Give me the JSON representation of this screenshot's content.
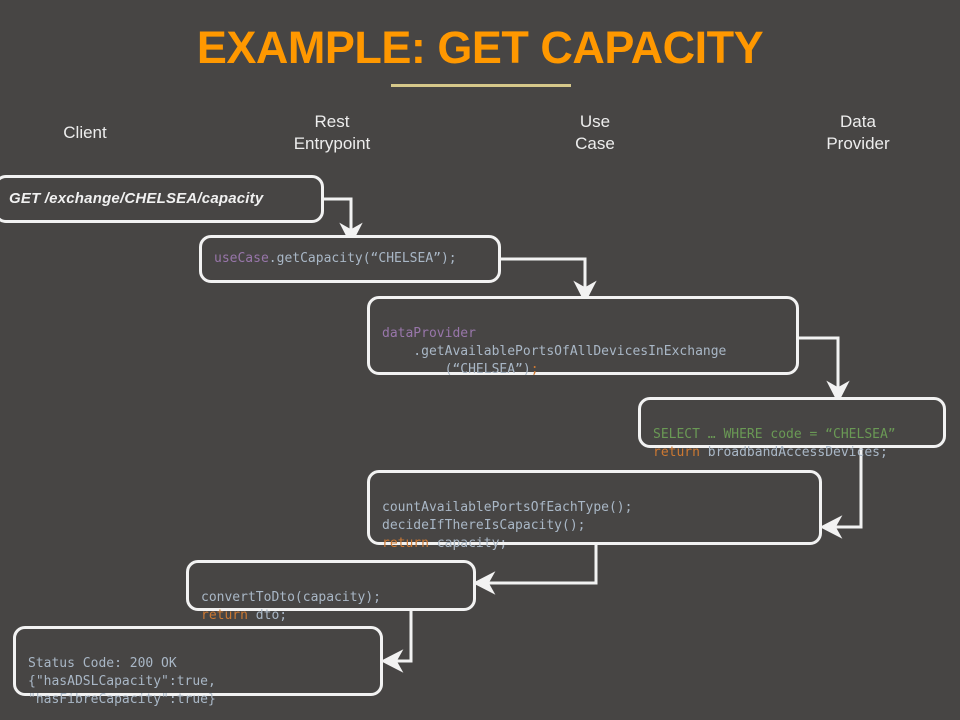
{
  "slide": {
    "title": "EXAMPLE: GET CAPACITY",
    "background_color": "#474544",
    "accent_color": "#FF9800",
    "rule_color": "#D6C88A"
  },
  "columns": [
    {
      "id": "client",
      "label": "Client"
    },
    {
      "id": "rest-entrypoint",
      "label": "Rest\nEntrypoint"
    },
    {
      "id": "use-case",
      "label": "Use\nCase"
    },
    {
      "id": "data-provider",
      "label": "Data\nProvider"
    }
  ],
  "boxes": {
    "request": {
      "text": "GET /exchange/CHELSEA/capacity"
    },
    "usecase_call": {
      "line1_id": "useCase",
      "line1_rest": ".getCapacity(“CHELSEA”);"
    },
    "dataprovider_call": {
      "line1_id": "dataProvider",
      "line2": "    .getAvailablePortsOfAllDevicesInExchange",
      "line3_args": "        (“CHELSEA”)",
      "line3_semi": ";"
    },
    "sql_query": {
      "line1_comment": "SELECT … WHERE code = “CHELSEA”",
      "line2_kw": "return",
      "line2_rest": " broadbandAccessDevices;"
    },
    "capacity_logic": {
      "line1": "countAvailablePortsOfEachType();",
      "line2": "decideIfThereIsCapacity();",
      "line3_kw": "return",
      "line3_rest": " capacity;"
    },
    "convert_dto": {
      "line1": "convertToDto(capacity);",
      "line2_kw": "return",
      "line2_rest": " dto;"
    },
    "response": {
      "line1": "Status Code: 200 OK",
      "line2": "{\"hasADSLCapacity\":true,",
      "line3": "\"hasFibreCapacity\":true}"
    }
  },
  "syntax_colors": {
    "keyword": "#CC7832",
    "identifier": "#9876AA",
    "comment": "#6A9955",
    "text": "#A9B7C6",
    "box_border": "#F2F2F2"
  }
}
